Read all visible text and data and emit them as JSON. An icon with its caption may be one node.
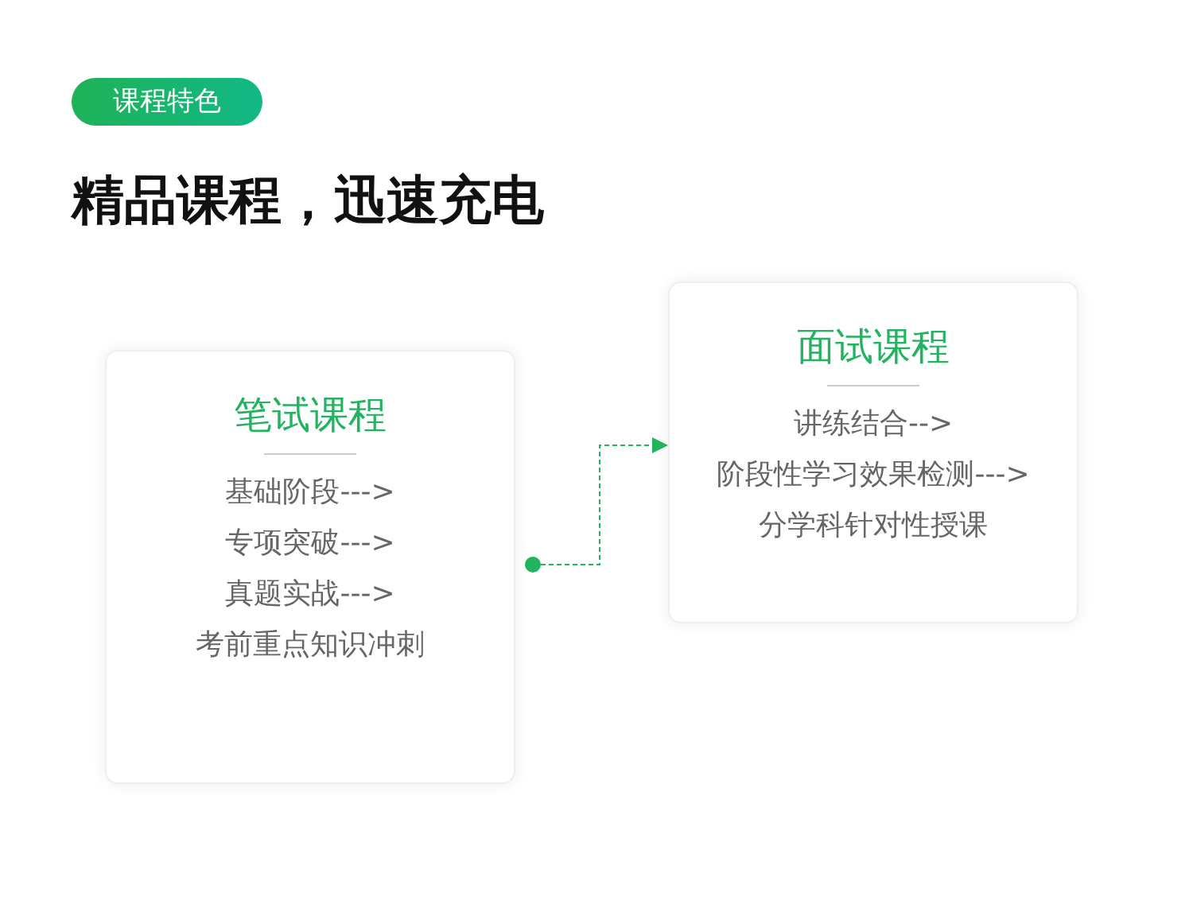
{
  "diagram": {
    "title": "精品课程，迅速充电",
    "nodes": [
      {
        "text": [
          "课程特色"
        ]
      },
      {
        "text": [
          "笔试课程",
          "基础阶段--->",
          "专项突破--->",
          "真题实战--->",
          "考前重点知识冲刺"
        ]
      },
      {
        "text": [
          "面试课程",
          "讲练结合-->",
          "阶段性学习效果检测--->",
          "分学科针对性授课"
        ]
      }
    ],
    "edges": [
      {
        "from": 1,
        "to": 2,
        "arrow": "to",
        "style": "dashed"
      }
    ]
  }
}
